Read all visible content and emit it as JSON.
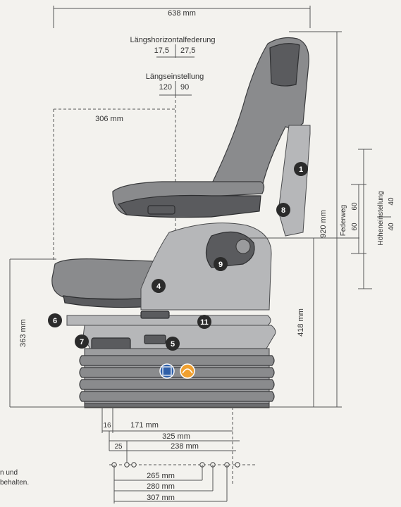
{
  "dimensions": {
    "total_width": "638 mm",
    "laengshorizontal_title": "Längshorizontalfederung",
    "laengshorizontal_left": "17,5",
    "laengshorizontal_right": "27,5",
    "laengseinstellung_title": "Längseinstellung",
    "laengseinstellung_left": "120",
    "laengseinstellung_right": "90",
    "seat_depth": "306 mm",
    "total_height": "920 mm",
    "federweg_title": "Federweg",
    "federweg_top": "60",
    "federweg_bottom": "60",
    "hoeheneinstellung_title": "Höheneinstellung",
    "hoeheneinstellung_top": "40",
    "hoeheneinstellung_bottom": "40",
    "seat_height_left": "363 mm",
    "seat_height_right": "418 mm",
    "base_offset": "16",
    "base_width": "171 mm",
    "rail_width_outer": "325 mm",
    "rail_offset": "25",
    "rail_width_inner": "238 mm",
    "mount_265": "265 mm",
    "mount_280": "280 mm",
    "mount_307": "307 mm"
  },
  "footnote": {
    "line1": "n und",
    "line2": "behalten."
  },
  "callouts": [
    "1",
    "4",
    "5",
    "6",
    "7",
    "8",
    "9",
    "11"
  ],
  "colors": {
    "background": "#f3f2ee",
    "seat_grey": "#8a8b8d",
    "callout_dark": "#2b2b2b",
    "badge_blue": "#2f5fa8",
    "badge_orange": "#f0a030"
  }
}
